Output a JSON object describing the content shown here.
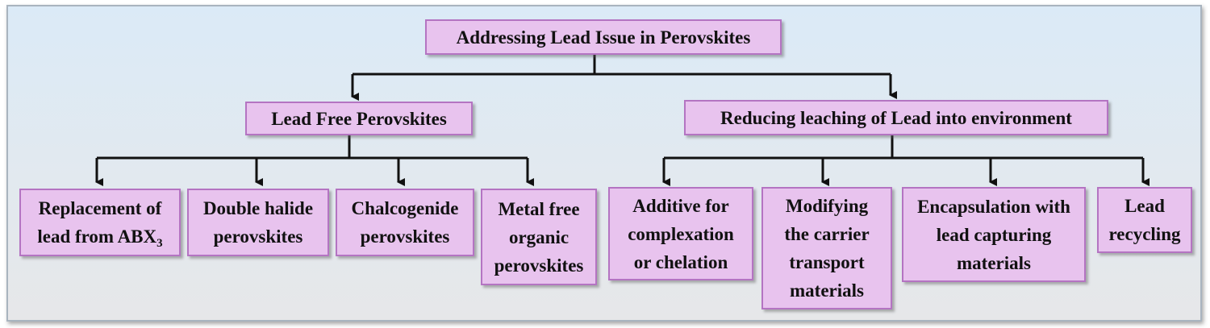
{
  "root": {
    "label": "Addressing Lead Issue in Perovskites"
  },
  "branches": {
    "lead_free": {
      "label": "Lead Free Perovskites"
    },
    "reducing": {
      "label": "Reducing leaching of Lead into environment"
    }
  },
  "leaves": {
    "replacement": {
      "line1": "Replacement of",
      "line2_main": "lead from ABX",
      "line2_sub": "3"
    },
    "double_halide": {
      "label": "Double halide\nperovskites"
    },
    "chalcogenide": {
      "label": "Chalcogenide\nperovskites"
    },
    "metal_free": {
      "label": "Metal free\norganic\nperovskites"
    },
    "additive": {
      "label": "Additive for\ncomplexation\nor chelation"
    },
    "modifying": {
      "label": "Modifying\nthe carrier\ntransport\nmaterials"
    },
    "encapsulation": {
      "label": "Encapsulation with\nlead capturing\nmaterials"
    },
    "recycling": {
      "label": "Lead\nrecycling"
    }
  }
}
